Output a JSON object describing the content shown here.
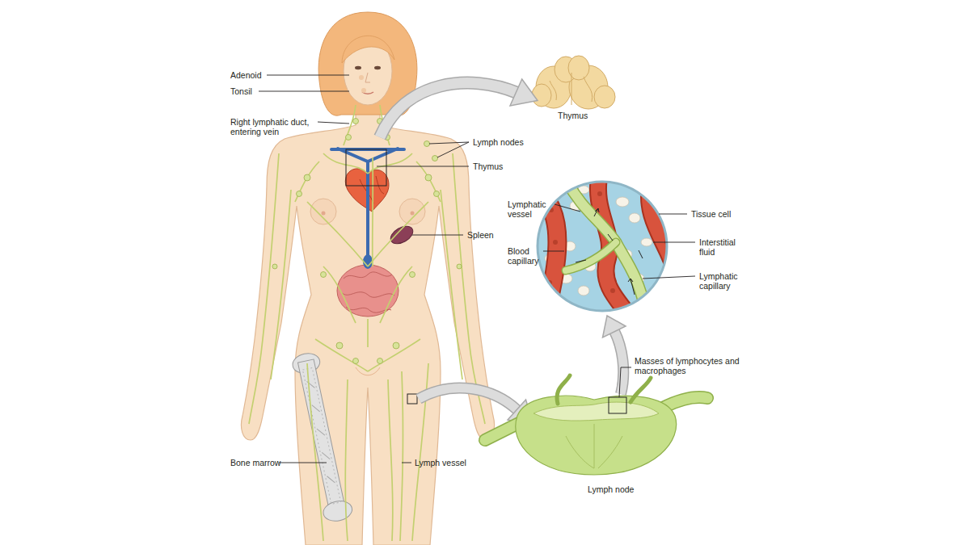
{
  "diagram": {
    "labels": [
      "Thymus",
      "Adenoid",
      "Tonsil",
      "Right lymphatic duct, entering vein",
      "Lymph nodes",
      "Thymus",
      "Lymphatic vessel",
      "Tissue cell",
      "Spleen",
      "Interstitial fluid",
      "Blood capillary",
      "Lymphatic capillary",
      "Masses of lymphocytes and macrophages",
      "Bone marrow",
      "Lymph vessel",
      "Lymph node"
    ]
  }
}
